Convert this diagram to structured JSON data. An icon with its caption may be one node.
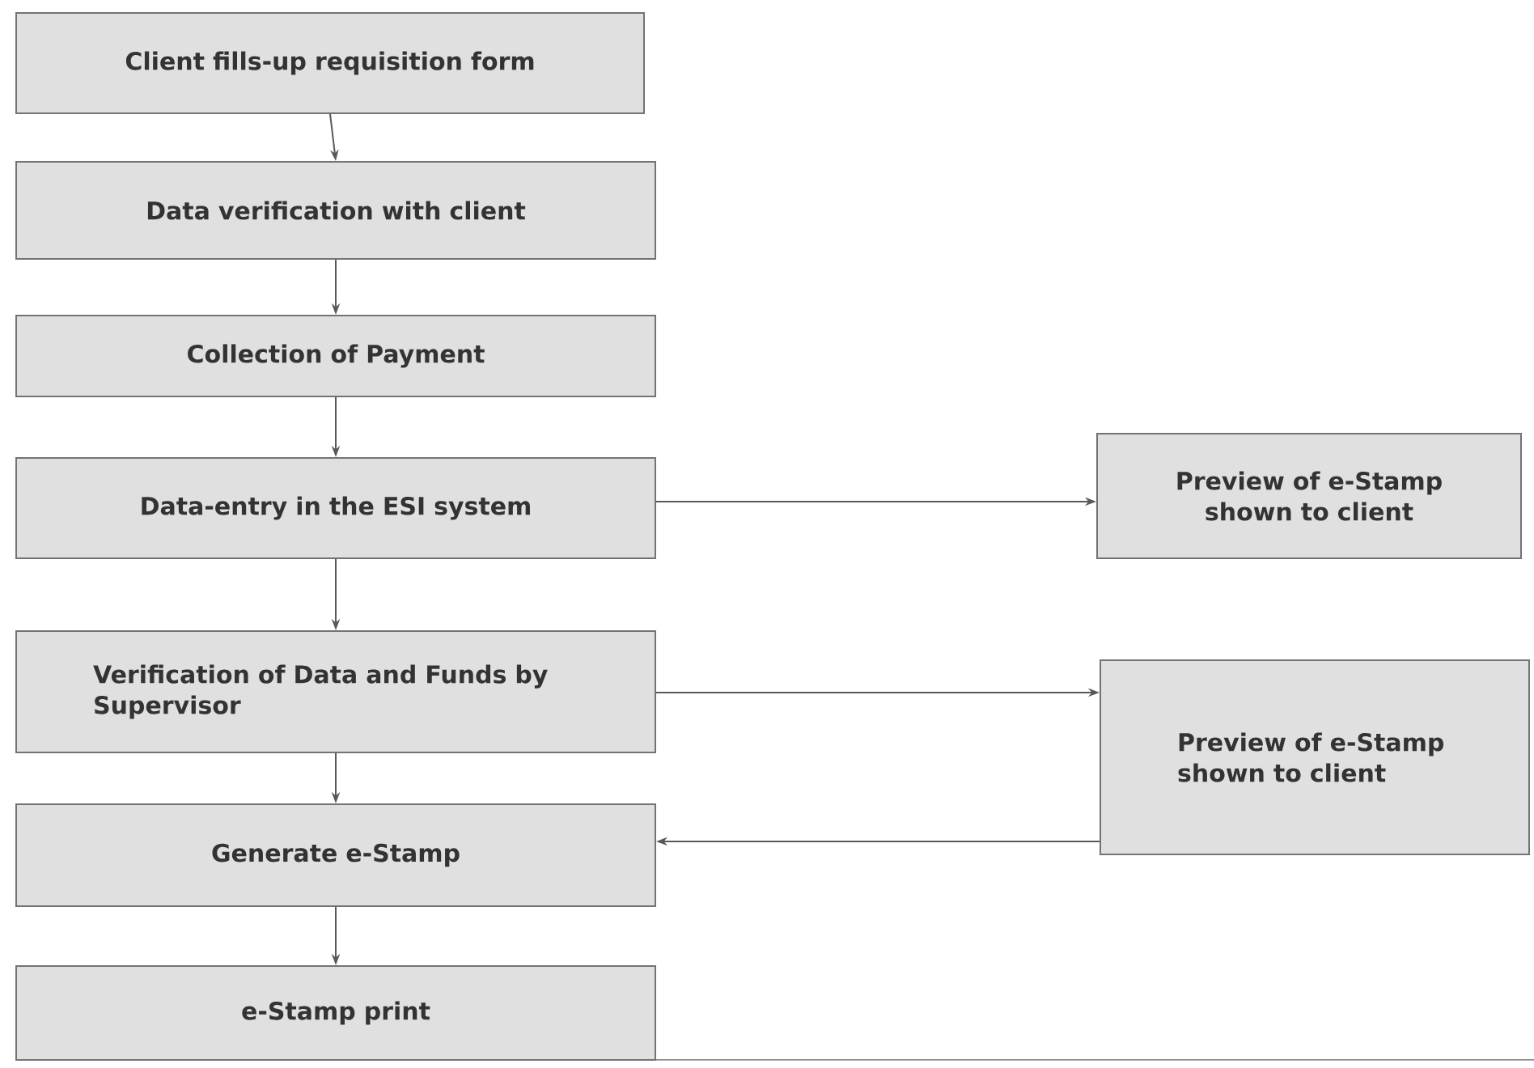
{
  "diagram": {
    "nodes": [
      {
        "text": [
          "Client fills-up requisition form"
        ]
      },
      {
        "text": [
          "Data verification with client"
        ]
      },
      {
        "text": [
          "Collection of Payment"
        ]
      },
      {
        "text": [
          "Data-entry in the ESI system"
        ]
      },
      {
        "text": [
          "Preview of e-Stamp shown to client"
        ]
      },
      {
        "text": [
          "Verification of Data and Funds by Supervisor"
        ]
      },
      {
        "text": [
          "Preview of e-Stamp shown to client"
        ]
      },
      {
        "text": [
          "Generate e-Stamp"
        ]
      },
      {
        "text": [
          "e-Stamp print"
        ]
      }
    ],
    "edges": [
      {
        "from": 0,
        "to": 1,
        "arrow": "to"
      },
      {
        "from": 1,
        "to": 2,
        "arrow": "to"
      },
      {
        "from": 2,
        "to": 3,
        "arrow": "to"
      },
      {
        "from": 3,
        "to": 4,
        "arrow": "to"
      },
      {
        "from": 3,
        "to": 5,
        "arrow": "to"
      },
      {
        "from": 5,
        "to": 6,
        "arrow": "to"
      },
      {
        "from": 5,
        "to": 7,
        "arrow": "to"
      },
      {
        "from": 6,
        "to": 7,
        "arrow": "to"
      },
      {
        "from": 7,
        "to": 8,
        "arrow": "to"
      }
    ]
  }
}
